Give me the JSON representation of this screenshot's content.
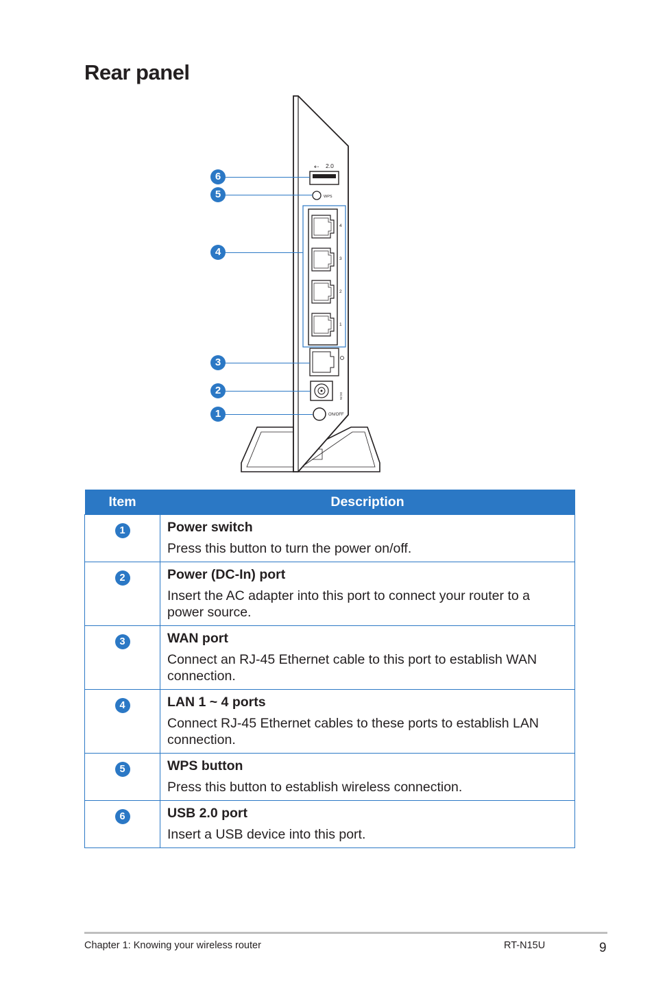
{
  "page": {
    "title": "Rear panel"
  },
  "figure": {
    "usb_label": "2.0",
    "wps_label": "WPS",
    "lan_labels": [
      "4",
      "3",
      "2",
      "1"
    ],
    "dc_label": "DCIN",
    "power_label": "ON/OFF",
    "callouts": [
      "6",
      "5",
      "4",
      "3",
      "2",
      "1"
    ]
  },
  "table": {
    "headers": {
      "item": "Item",
      "description": "Description"
    },
    "rows": [
      {
        "num": "1",
        "name": "Power switch",
        "text": "Press this button to turn the power on/off."
      },
      {
        "num": "2",
        "name": "Power (DC-In) port",
        "text": "Insert the AC adapter into this port to connect your router to a power source."
      },
      {
        "num": "3",
        "name": "WAN port",
        "text": "Connect an RJ-45 Ethernet cable to this port to establish WAN connection."
      },
      {
        "num": "4",
        "name": "LAN 1 ~ 4 ports",
        "text": "Connect RJ-45 Ethernet cables to these ports to establish LAN connection."
      },
      {
        "num": "5",
        "name": "WPS button",
        "text": "Press this button to establish wireless connection."
      },
      {
        "num": "6",
        "name": "USB 2.0 port",
        "text": "Insert a USB device into this port."
      }
    ]
  },
  "footer": {
    "chapter": "Chapter 1: Knowing your wireless router",
    "model": "RT-N15U",
    "page_number": "9"
  },
  "colors": {
    "accent": "#2b78c5",
    "text": "#231f20",
    "rule": "#bfbfbf"
  }
}
